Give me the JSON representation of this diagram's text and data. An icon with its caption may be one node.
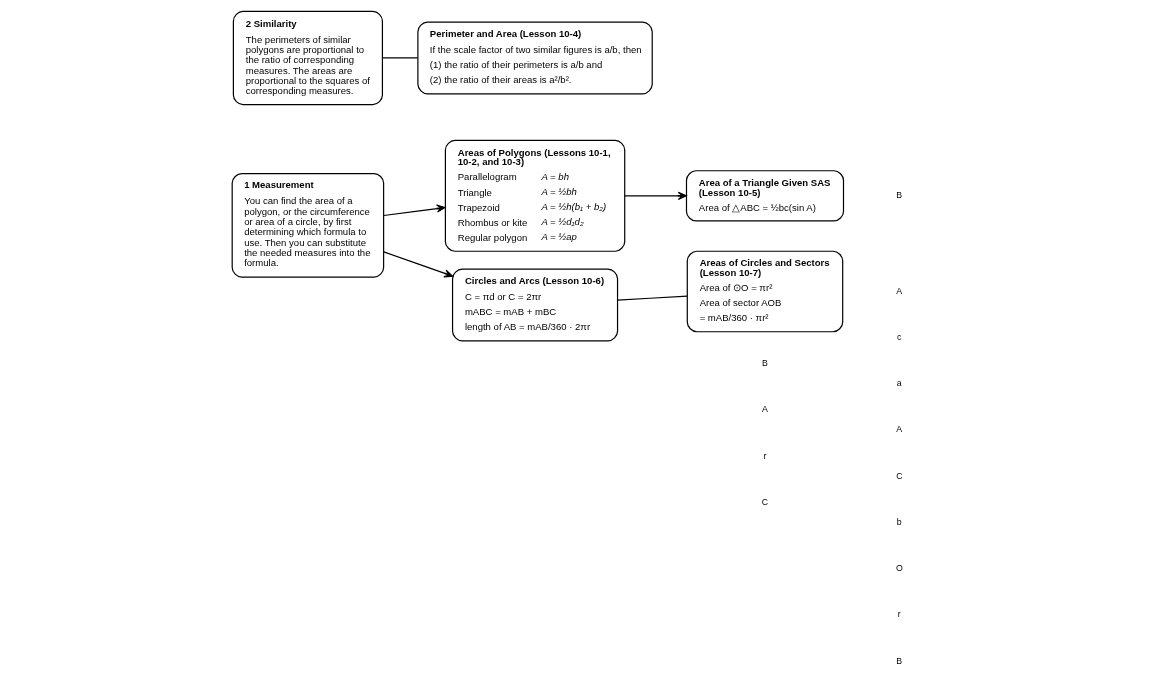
{
  "diagram": {
    "nodes": [
      {
        "text": [
          "1 Measurement",
          "You can find the area of a polygon, or the circumference or area of a circle, by first determining which formula to use. Then you can substitute the needed measures into the formula."
        ]
      },
      {
        "text": [
          "2 Similarity",
          "The perimeters of similar polygons are proportional to the ratio of corresponding measures. The areas are proportional to the squares of corresponding measures."
        ]
      },
      {
        "text": [
          "Areas of Polygons (Lessons 10-1, 10-2, and 10-3)",
          "Parallelogram",
          "A = bh",
          "Triangle",
          "A = ½bh",
          "Trapezoid",
          "A = ½h(b₁ + b₂)",
          "Rhombus or kite",
          "A = ½d₁d₂",
          "Regular polygon",
          "A = ½ap"
        ]
      },
      {
        "text": [
          "Circles and Arcs (Lesson 10-6)",
          "C = πd or C = 2πr",
          "mABC = mAB + mBC",
          "length of AB = mAB/360 · 2πr"
        ]
      },
      {
        "text": [
          "Perimeter and Area (Lesson 10-4)",
          "If the scale factor of two similar figures is a/b, then",
          "(1) the ratio of their perimeters is a/b and",
          "(2) the ratio of their areas is a²/b²."
        ]
      },
      {
        "text": [
          "Area of a Triangle Given SAS (Lesson 10-5)",
          "Area of △ABC = ½bc(sin A)"
        ]
      },
      {
        "text": [
          "Areas of Circles and Sectors (Lesson 10-7)",
          "Area of ⊙O = πr²",
          "Area of sector AOB",
          "= mAB/360 · πr²"
        ]
      }
    ],
    "edges": [
      {
        "from": 0,
        "to": 2,
        "arrow": "to"
      },
      {
        "from": 0,
        "to": 3,
        "arrow": "to"
      },
      {
        "from": 1,
        "to": 4,
        "arrow": "none"
      },
      {
        "from": 2,
        "to": 5,
        "arrow": "to"
      },
      {
        "from": 3,
        "to": 6,
        "arrow": "none"
      }
    ],
    "labels": [
      "B",
      "c",
      "a",
      "A",
      "C",
      "b",
      "B",
      "A",
      "r",
      "C",
      "A",
      "O",
      "r",
      "B"
    ]
  }
}
